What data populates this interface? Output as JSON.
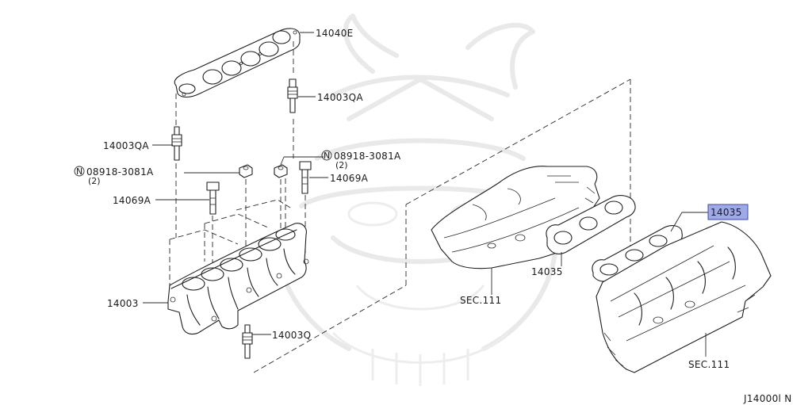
{
  "labels": {
    "gasket_top": "14040E",
    "plug_right": "14003QA",
    "plug_left": "14003QA",
    "nut_right": "08918-3081A",
    "nut_right_qty": "(2)",
    "nut_left": "08918-3081A",
    "nut_left_qty": "(2)",
    "nut_symbol": "N",
    "bolt_right": "14069A",
    "bolt_left": "14069A",
    "manifold": "14003",
    "plug_bottom": "14003Q",
    "gasket_mid": "14035",
    "gasket_highlight": "14035",
    "sec_head": "SEC.111",
    "sec_block": "SEC.111",
    "diagram_code": "J14000l N"
  },
  "colors": {
    "highlight_fill": "#9fa9e6",
    "highlight_stroke": "#3c4aa8",
    "line": "#1e1e1e",
    "watermark": "#e9e9e9"
  }
}
